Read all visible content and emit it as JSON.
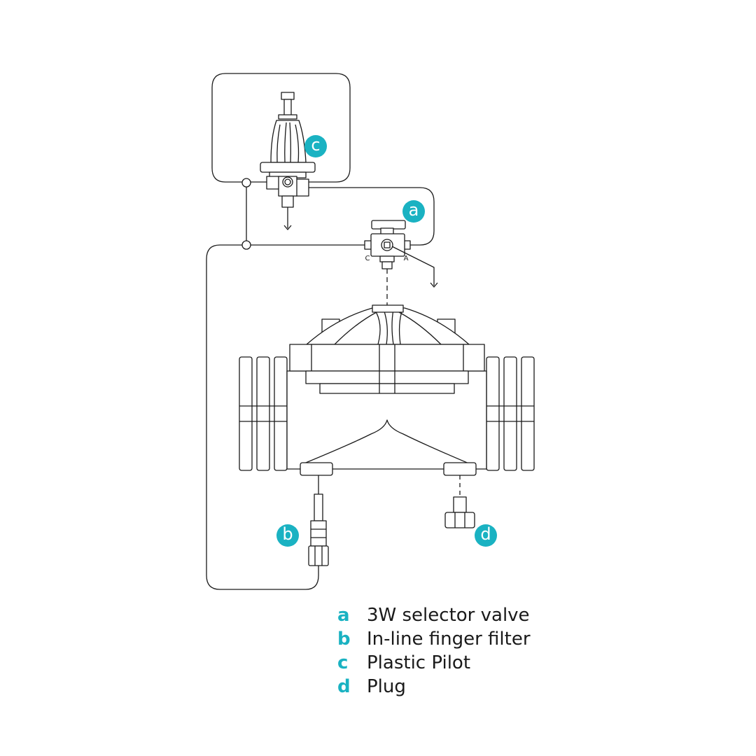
{
  "colors": {
    "accent": "#1ab2c2",
    "line": "#1a1a1a",
    "fill": "#ffffff"
  },
  "badges": {
    "a": "a",
    "b": "b",
    "c": "c",
    "d": "d"
  },
  "ports": {
    "left": "C",
    "right": "A"
  },
  "legend": [
    {
      "key": "a",
      "label": "3W selector valve"
    },
    {
      "key": "b",
      "label": "In-line finger filter"
    },
    {
      "key": "c",
      "label": "Plastic Pilot"
    },
    {
      "key": "d",
      "label": "Plug"
    }
  ]
}
